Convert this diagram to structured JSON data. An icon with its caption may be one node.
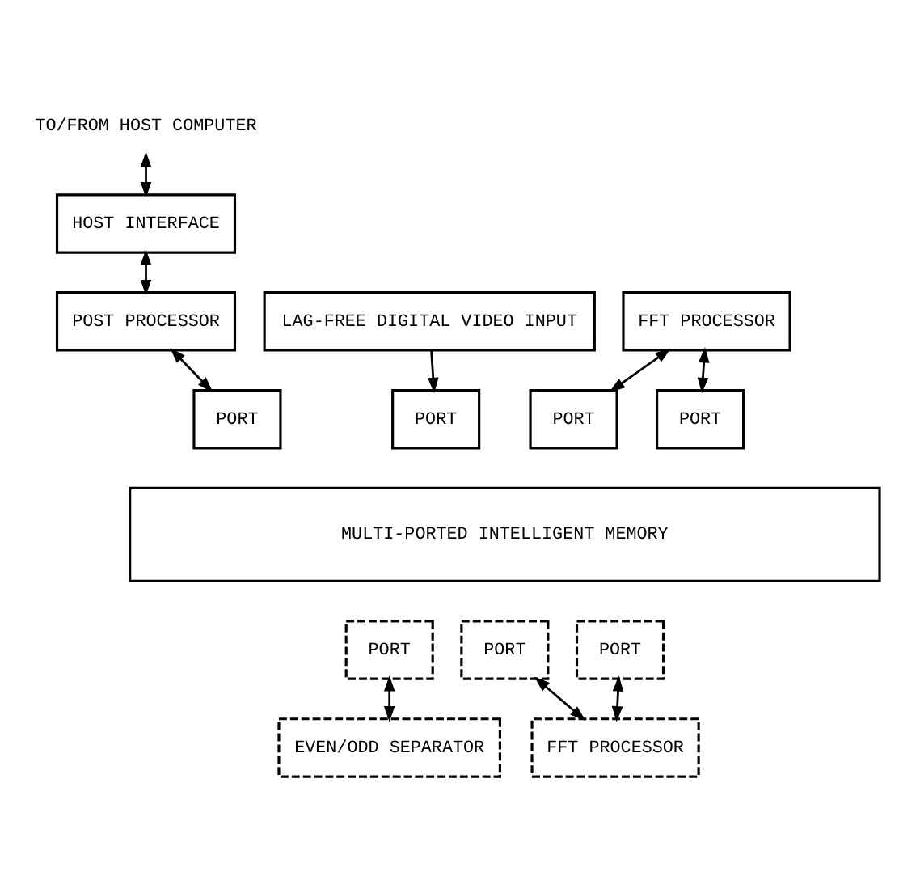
{
  "diagram": {
    "nodes": [
      {
        "text": [
          "TO/FROM HOST COMPUTER"
        ]
      },
      {
        "text": [
          "HOST INTERFACE"
        ]
      },
      {
        "text": [
          "LAG-FREE DIGITAL VIDEO INPUT"
        ]
      },
      {
        "text": [
          "FFT PROCESSOR"
        ]
      },
      {
        "text": [
          "POST PROCESSOR"
        ]
      },
      {
        "text": [
          "PORT"
        ]
      },
      {
        "text": [
          "PORT"
        ]
      },
      {
        "text": [
          "PORT"
        ]
      },
      {
        "text": [
          "PORT"
        ]
      },
      {
        "text": [
          "MULTI-PORTED INTELLIGENT MEMORY"
        ]
      },
      {
        "text": [
          "PORT"
        ]
      },
      {
        "text": [
          "PORT"
        ]
      },
      {
        "text": [
          "PORT"
        ]
      },
      {
        "text": [
          "EVEN/ODD SEPARATOR"
        ]
      },
      {
        "text": [
          "FFT PROCESSOR"
        ]
      }
    ],
    "edges": [
      {
        "from": 0,
        "to": 1,
        "arrow": "both"
      },
      {
        "from": 1,
        "to": 4,
        "arrow": "both"
      },
      {
        "from": 2,
        "to": 5,
        "arrow": "to"
      },
      {
        "from": 3,
        "to": 6,
        "arrow": "both"
      },
      {
        "from": 3,
        "to": 7,
        "arrow": "both"
      },
      {
        "from": 4,
        "to": 8,
        "arrow": "both"
      },
      {
        "from": 10,
        "to": 13,
        "arrow": "both"
      },
      {
        "from": 11,
        "to": 14,
        "arrow": "both"
      },
      {
        "from": 12,
        "to": 14,
        "arrow": "both"
      }
    ]
  }
}
